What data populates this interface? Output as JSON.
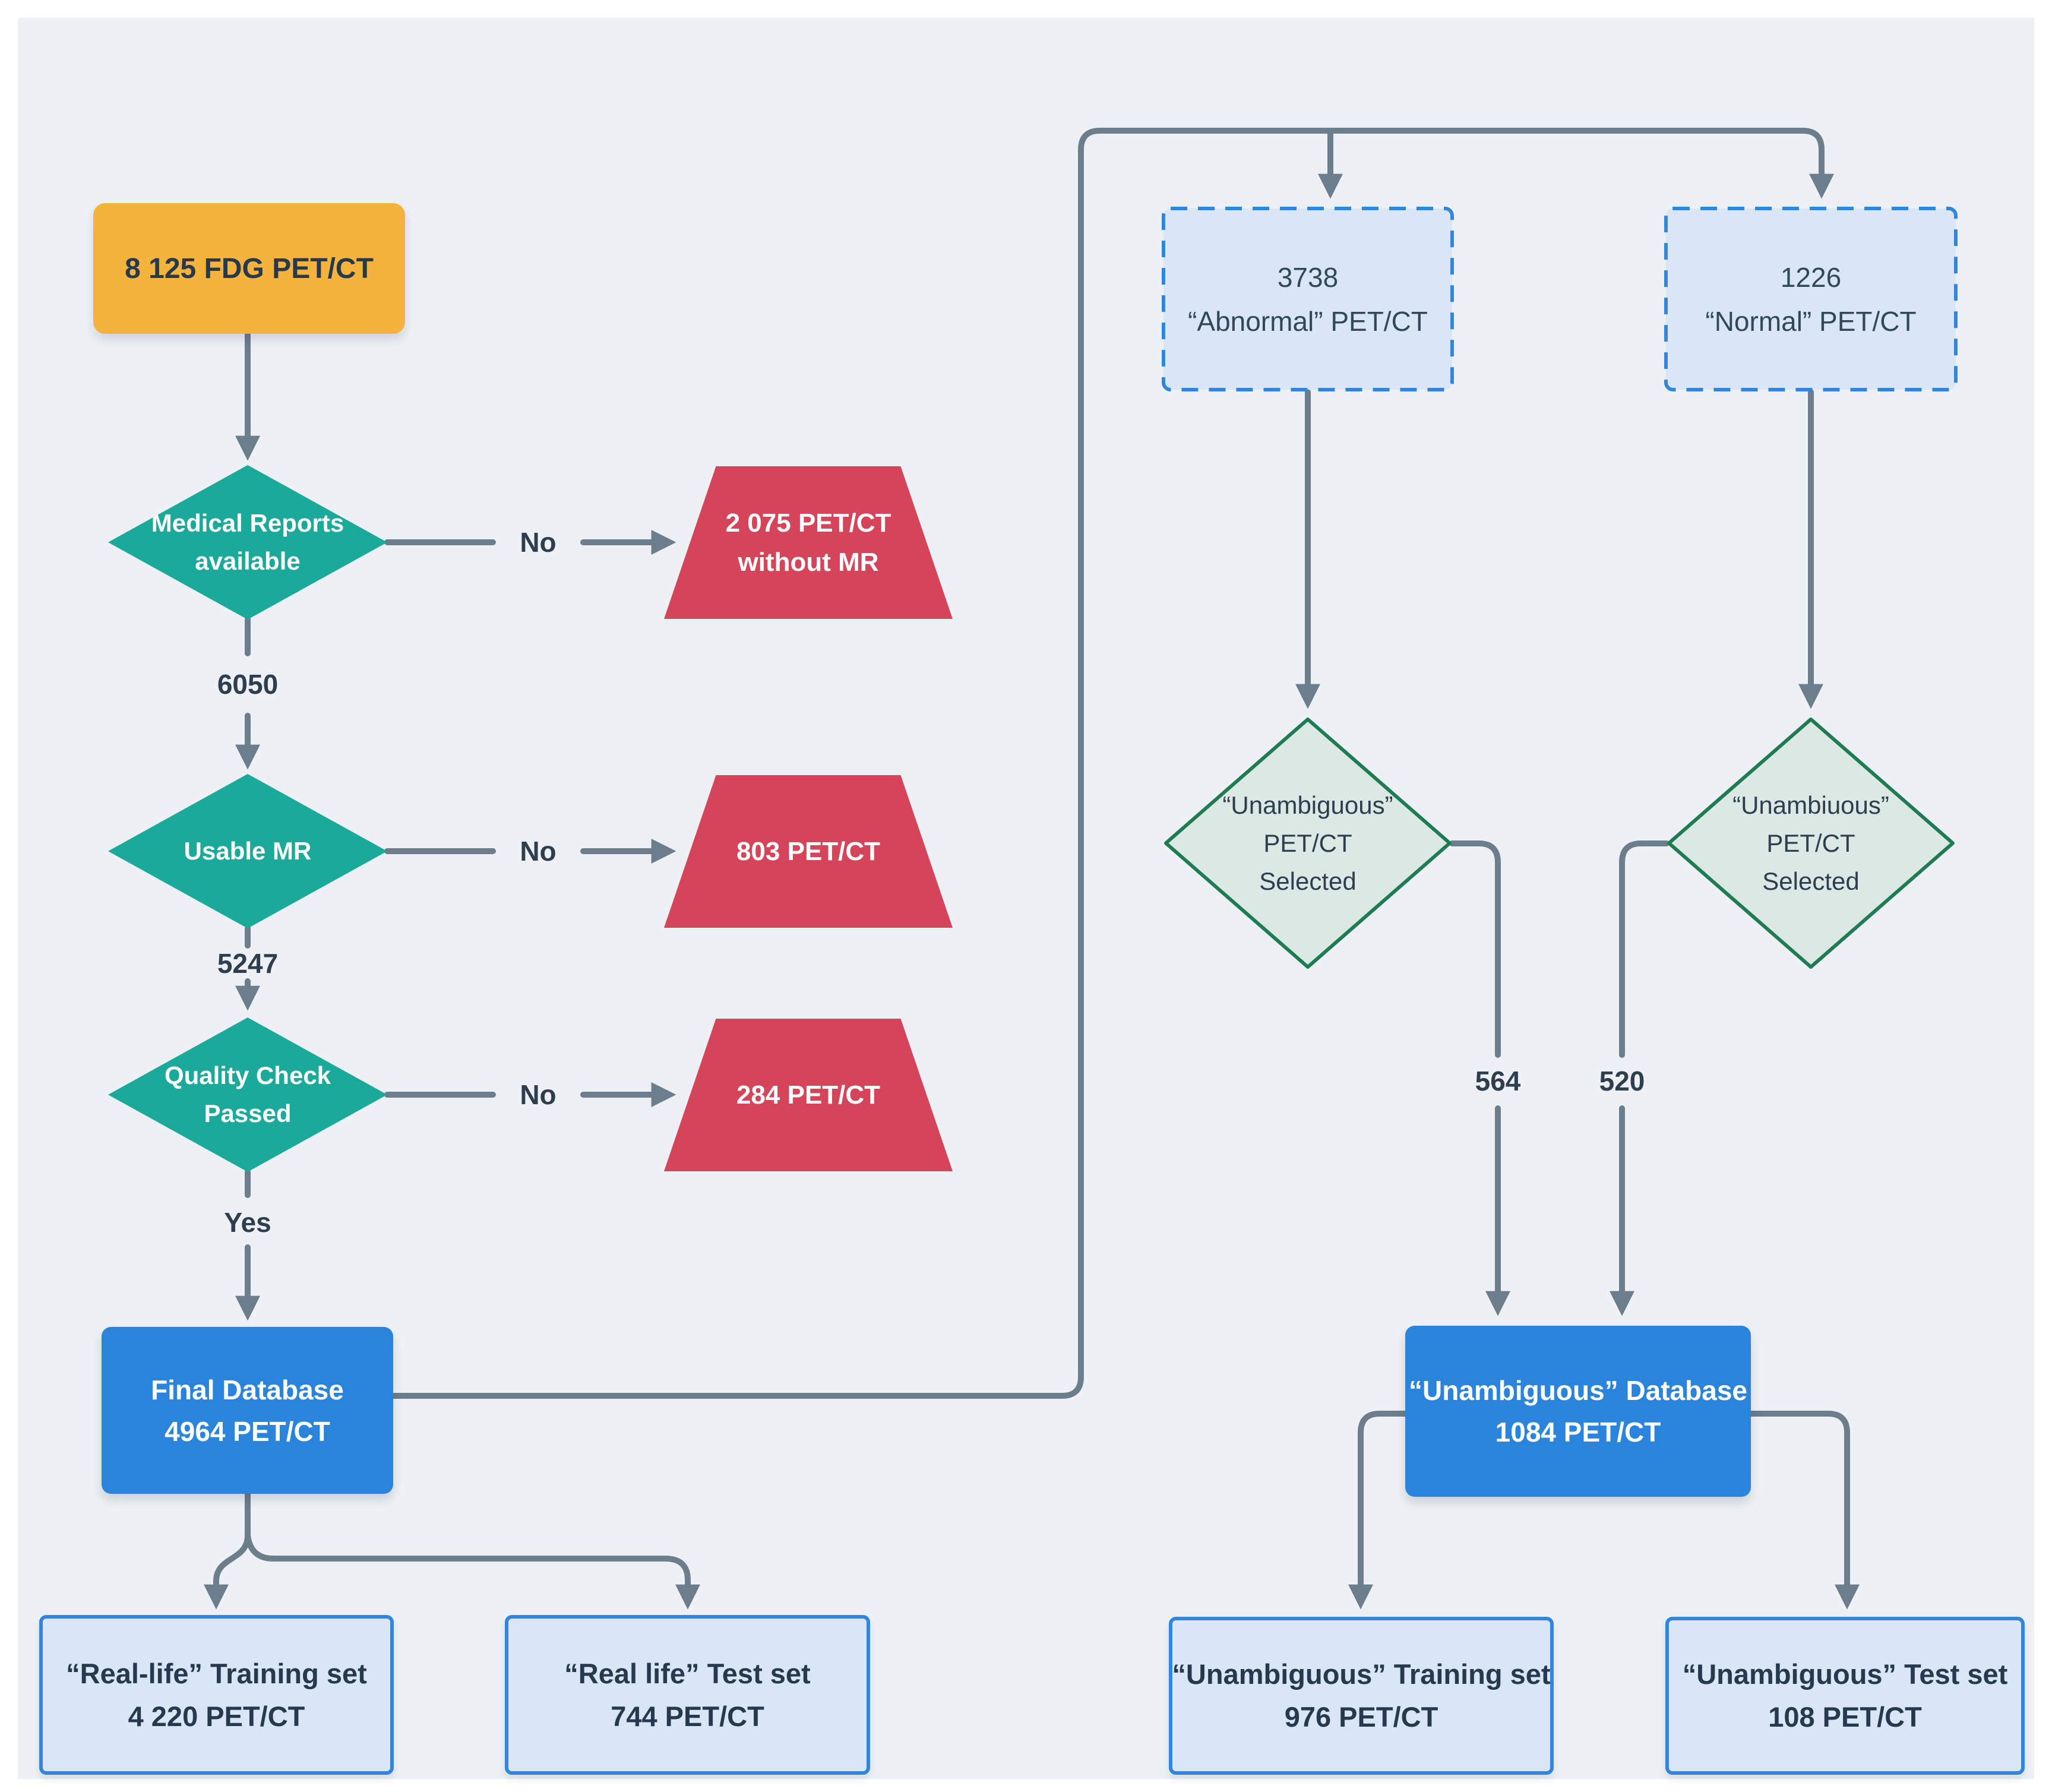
{
  "title": "FDG PET/CT dataset selection flowchart",
  "palette": {
    "background": "#EDF1F5",
    "start_yellow": "#F3B33C",
    "decision_teal": "#1BA99A",
    "reject_red": "#D4455A",
    "database_blue": "#2A84DB",
    "result_fill": "#D9E6F5",
    "result_border": "#2E86DE",
    "selected_fill": "#DCE8E3",
    "selected_border": "#1F7C52",
    "wire_gray": "#6C7D8C",
    "text_dark": "#27394E"
  },
  "nodes": {
    "start": {
      "line1": "8 125 FDG PET/CT"
    },
    "d1": {
      "line1": "Medical Reports",
      "line2": "available"
    },
    "d2": {
      "line1": "Usable MR"
    },
    "d3": {
      "line1": "Quality Check",
      "line2": "Passed"
    },
    "r1": {
      "line1": "2 075 PET/CT",
      "line2": "without MR"
    },
    "r2": {
      "line1": "803 PET/CT"
    },
    "r3": {
      "line1": "284 PET/CT"
    },
    "final_db": {
      "line1": "Final Database",
      "line2": "4964 PET/CT"
    },
    "abnormal": {
      "line1": "3738",
      "line2": "“Abnormal” PET/CT"
    },
    "normal": {
      "line1": "1226",
      "line2": "“Normal” PET/CT"
    },
    "sel_abnormal": {
      "line1": "“Unambiguous”",
      "line2": "PET/CT",
      "line3": "Selected"
    },
    "sel_normal": {
      "line1": "“Unambiuous”",
      "line2": "PET/CT",
      "line3": "Selected"
    },
    "unamb_db": {
      "line1": "“Unambiguous” Database",
      "line2": "1084 PET/CT"
    },
    "rl_train": {
      "line1": "“Real-life” Training set",
      "line2": "4 220 PET/CT"
    },
    "rl_test": {
      "line1": "“Real life” Test set",
      "line2": "744 PET/CT"
    },
    "u_train": {
      "line1": "“Unambiguous” Training set",
      "line2": "976 PET/CT"
    },
    "u_test": {
      "line1": "“Unambiguous” Test set",
      "line2": "108 PET/CT"
    }
  },
  "edge_labels": {
    "no1": "No",
    "no2": "No",
    "no3": "No",
    "count_6050": "6050",
    "count_5247": "5247",
    "yes": "Yes",
    "count_564": "564",
    "count_520": "520"
  }
}
